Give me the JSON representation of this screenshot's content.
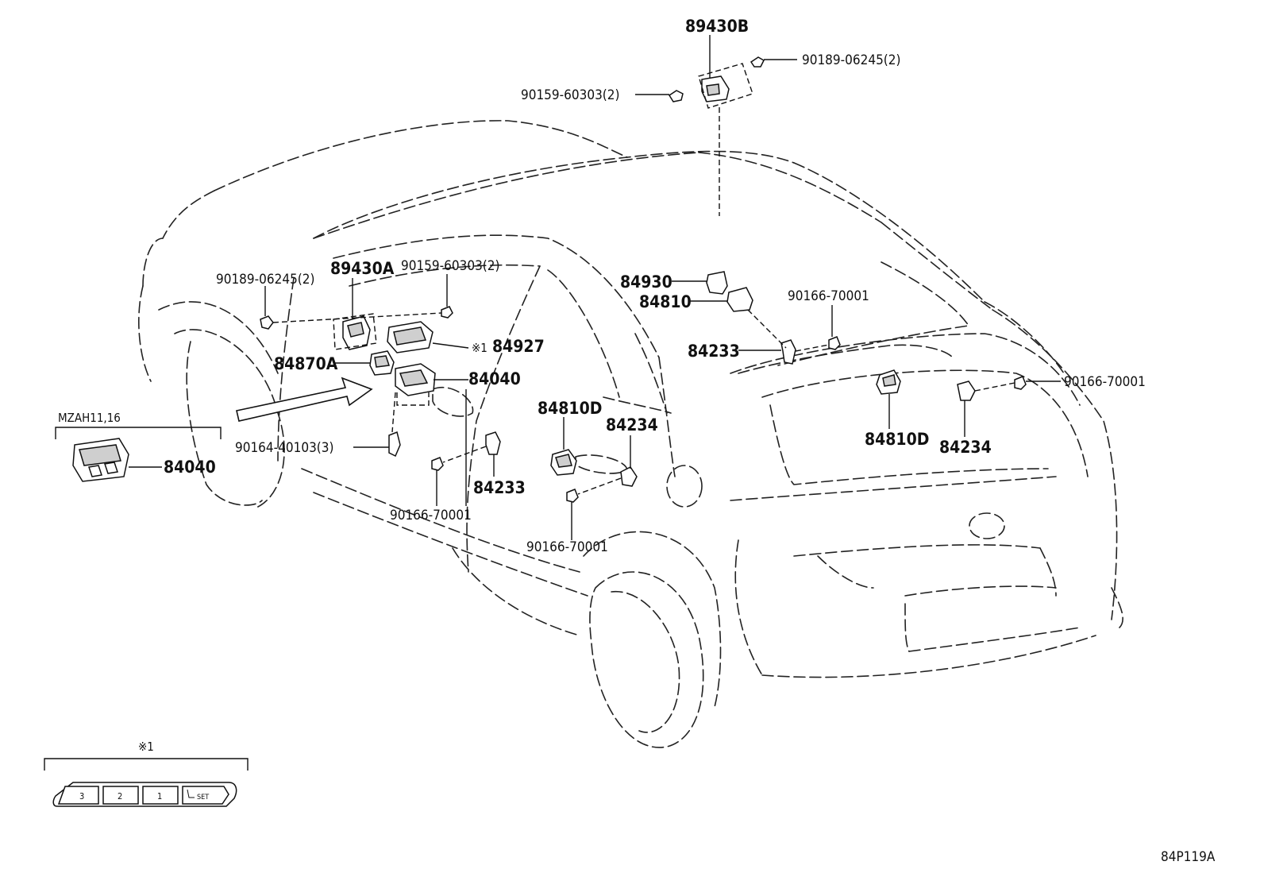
{
  "diagram": {
    "drawing_code": "84P119A",
    "footnote_marker": "※1",
    "labels": {
      "p89430B": "89430B",
      "p90189_top": "90189-06245(2)",
      "p90159_top": "90159-60303(2)",
      "p89430A": "89430A",
      "p90159_mid": "90159-60303(2)",
      "p90189_mid": "90189-06245(2)",
      "p84927": "84927",
      "p84927_ref": "※1",
      "p84870A": "84870A",
      "p84040_door": "84040",
      "p84930": "84930",
      "p84810": "84810",
      "p90166_upper": "90166-70001",
      "p84233_right": "84233",
      "p90166_right": "90166-70001",
      "p84810D_door": "84810D",
      "p84234_door": "84234",
      "p84810D_rear": "84810D",
      "p84234_rear": "84234",
      "p90164": "90164-40103(3)",
      "p84233_door": "84233",
      "p90166_door": "90166-70001",
      "p90166_lower": "90166-70001",
      "p84040_variant": "84040"
    },
    "variant_header": "MZAH11,16",
    "inset": {
      "header": "※1",
      "switch_buttons": [
        "3",
        "2",
        "1",
        "SET"
      ]
    }
  }
}
